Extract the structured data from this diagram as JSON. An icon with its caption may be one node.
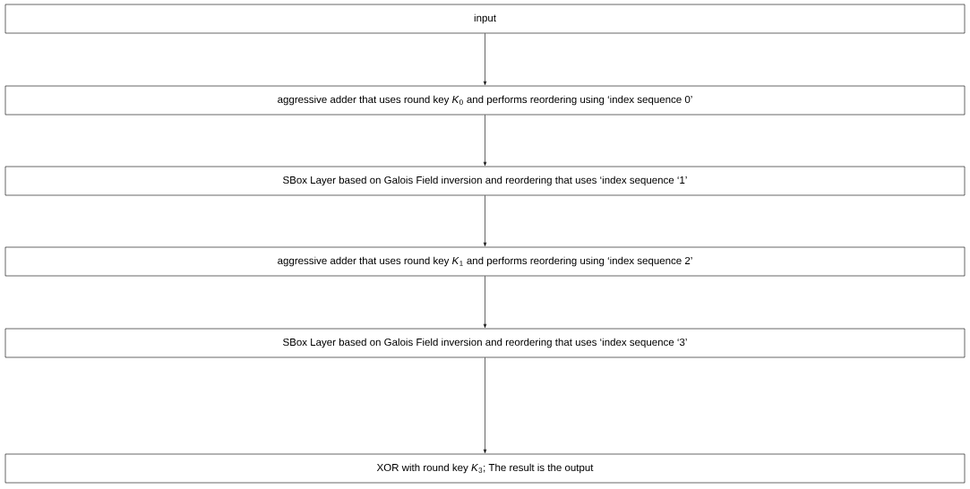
{
  "diagram": {
    "nodes": [
      {
        "text": [
          "input"
        ]
      },
      {
        "text": [
          "aggressive adder that uses round key *K*$_{0}$ and performs reordering using ‘index sequence 0’"
        ]
      },
      {
        "text": [
          "SBox Layer based on Galois Field inversion and reordering that uses ‘index sequence ‘1’"
        ]
      },
      {
        "text": [
          "aggressive adder that uses round key *K*$_{1}$ and performs reordering using ‘index sequence 2’"
        ]
      },
      {
        "text": [
          "SBox Layer based on Galois Field inversion and reordering that uses ‘index sequence ‘3’"
        ]
      },
      {
        "text": [
          "XOR with round key *K*$_{3}$; The result is the output"
        ]
      }
    ],
    "edges": [
      {
        "from": 0,
        "to": 1,
        "arrow": "to"
      },
      {
        "from": 1,
        "to": 2,
        "arrow": "to"
      },
      {
        "from": 2,
        "to": 3,
        "arrow": "to"
      },
      {
        "from": 3,
        "to": 4,
        "arrow": "to"
      },
      {
        "from": 4,
        "to": 5,
        "arrow": "to"
      }
    ]
  }
}
